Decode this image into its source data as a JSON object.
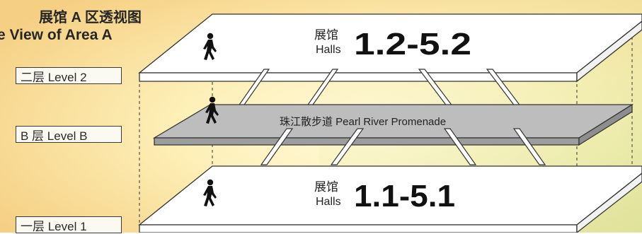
{
  "title_cn": "展馆 A 区透视图",
  "title_en": "e View of Area A",
  "levels": {
    "level2": "二层 Level 2",
    "levelB": "B 层 Level B",
    "level1": "一层 Level 1"
  },
  "upper_floor": {
    "cn": "展馆",
    "en": "Halls",
    "range": "1.2-5.2"
  },
  "promenade": {
    "label": "珠江散步道 Pearl River Promenade"
  },
  "lower_floor": {
    "cn": "展馆",
    "en": "Halls",
    "range": "1.1-5.1"
  },
  "icons": {
    "pedestrian": "walking-person-icon"
  },
  "colors": {
    "bg_top": "#f6d58a",
    "bg_mid": "#fdf6c4",
    "slab": "#b9b9b9",
    "floor": "#ffffff",
    "line": "#333333"
  }
}
